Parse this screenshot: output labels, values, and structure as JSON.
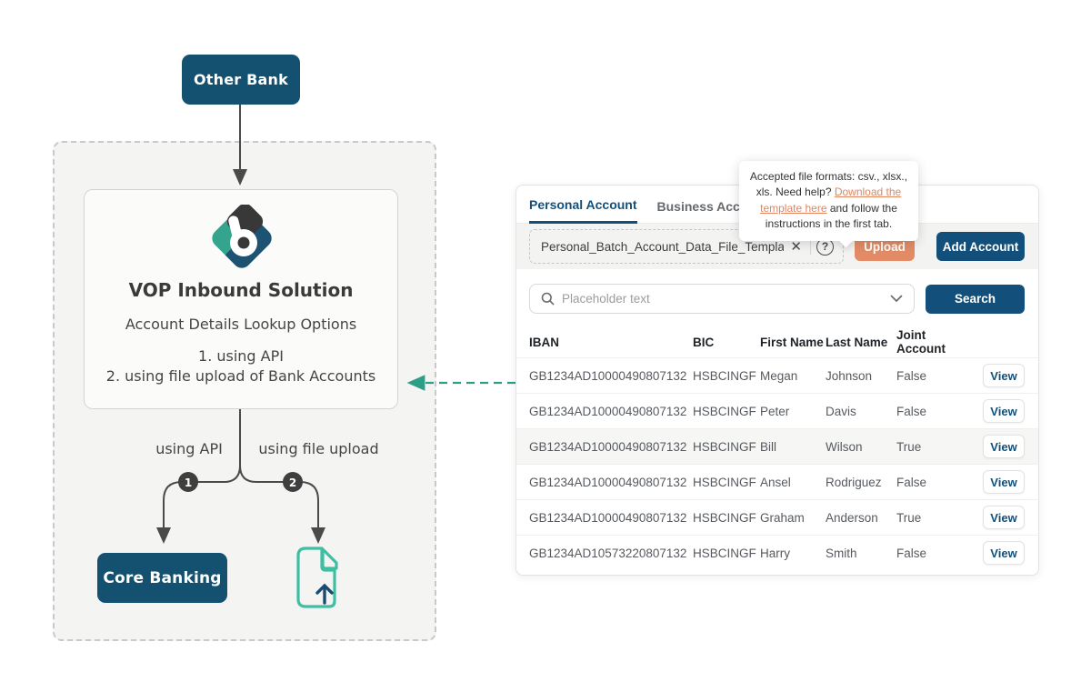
{
  "diagram": {
    "other_bank_label": "Other Bank",
    "solution_title": "VOP Inbound Solution",
    "solution_subtitle": "Account Details Lookup Options",
    "option_1": "1. using API",
    "option_2": "2. using file upload of Bank Accounts",
    "branch_1_label": "using API",
    "branch_2_label": "using file upload",
    "branch_1_number": "1",
    "branch_2_number": "2",
    "core_banking_label": "Core Banking"
  },
  "panel": {
    "tabs": [
      {
        "label": "Personal Account"
      },
      {
        "label": "Business Account"
      }
    ],
    "upload": {
      "filename": "Personal_Batch_Account_Data_File_Template.csv",
      "clear_icon": "✕",
      "help_icon": "?",
      "upload_label": "Upload",
      "add_account_label": "Add Account"
    },
    "tooltip": {
      "line1": "Accepted file formats: csv., xlsx., xls.",
      "prefix": "Need help? ",
      "link": "Download the template here",
      "suffix": " and follow the instructions in the first tab."
    },
    "search": {
      "placeholder": "Placeholder text",
      "button_label": "Search"
    },
    "table": {
      "columns": [
        "IBAN",
        "BIC",
        "First Name",
        "Last Name",
        "Joint Account"
      ],
      "view_label": "View",
      "rows": [
        {
          "iban": "GB1234AD10000490807132",
          "bic": "HSBCINGF",
          "first": "Megan",
          "last": "Johnson",
          "joint": "False",
          "highlight": false
        },
        {
          "iban": "GB1234AD10000490807132",
          "bic": "HSBCINGF",
          "first": "Peter",
          "last": "Davis",
          "joint": "False",
          "highlight": false
        },
        {
          "iban": "GB1234AD10000490807132",
          "bic": "HSBCINGF",
          "first": "Bill",
          "last": "Wilson",
          "joint": "True",
          "highlight": true
        },
        {
          "iban": "GB1234AD10000490807132",
          "bic": "HSBCINGF",
          "first": "Ansel",
          "last": "Rodriguez",
          "joint": "False",
          "highlight": false
        },
        {
          "iban": "GB1234AD10000490807132",
          "bic": "HSBCINGF",
          "first": "Graham",
          "last": "Anderson",
          "joint": "True",
          "highlight": false
        },
        {
          "iban": "GB1234AD10573220807132",
          "bic": "HSBCINGF",
          "first": "Harry",
          "last": "Smith",
          "joint": "False",
          "highlight": false
        }
      ]
    }
  },
  "colors": {
    "navy": "#12507B",
    "diagram_navy": "#14506F",
    "salmon": "#E28B66",
    "link_salmon": "#E2855E",
    "teal_arrow": "#2E9E89",
    "logo_teal": "#34A48E",
    "logo_blue": "#1D5273",
    "logo_charcoal": "#383838",
    "connector_gray": "#4a4a4a"
  }
}
